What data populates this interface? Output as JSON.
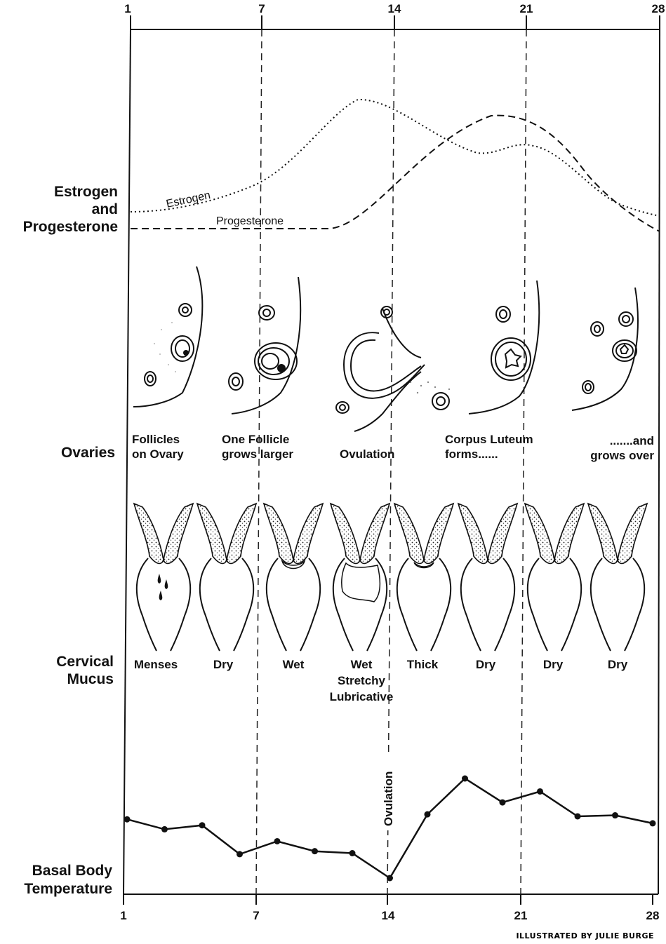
{
  "days_top": [
    "1",
    "7",
    "14",
    "21",
    "28"
  ],
  "days_bottom": [
    "1",
    "7",
    "14",
    "21",
    "28"
  ],
  "sections": {
    "hormones": [
      "Estrogen",
      "and",
      "Progesterone"
    ],
    "ovaries": "Ovaries",
    "mucus": [
      "Cervical",
      "Mucus"
    ],
    "bbt": [
      "Basal Body",
      "Temperature"
    ]
  },
  "curve_labels": {
    "estrogen": "Estrogen",
    "progesterone": "Progesterone"
  },
  "ovary_stages": [
    [
      "Follicles",
      "on Ovary"
    ],
    [
      "One Follicle",
      "grows larger"
    ],
    [
      "Ovulation"
    ],
    [
      "Corpus Luteum",
      "forms......"
    ],
    [
      ".......and",
      "grows over"
    ]
  ],
  "mucus_stages": [
    [
      "Menses"
    ],
    [
      "Dry"
    ],
    [
      "Wet"
    ],
    [
      "Wet",
      "Stretchy",
      "Lubricative"
    ],
    [
      "Thick"
    ],
    [
      "Dry"
    ],
    [
      "Dry"
    ],
    [
      "Dry"
    ]
  ],
  "ovulation_marker": "Ovulation",
  "credit": "ILLUSTRATED BY JULIE BURGE",
  "bbt_relative": [
    0.59,
    0.49,
    0.53,
    0.24,
    0.37,
    0.27,
    0.25,
    0.0,
    0.64,
    1.0,
    0.76,
    0.87,
    0.62,
    0.63,
    0.55
  ]
}
